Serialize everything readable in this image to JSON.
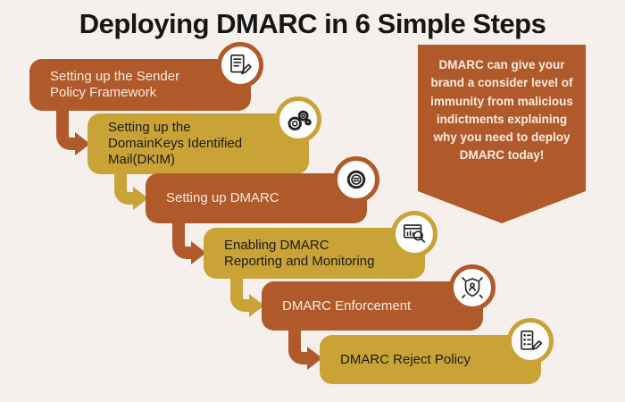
{
  "title": "Deploying DMARC in 6 Simple Steps",
  "colors": {
    "background": "#f6f0ec",
    "rust": "#b0592a",
    "gold": "#c9a336",
    "title_text": "#161616",
    "step_text_light": "#f6ebe2",
    "step_text_dark": "#1c1c1c",
    "banner_background": "#b0592a",
    "banner_text": "#f7ece2"
  },
  "steps": [
    {
      "label": "Setting up the Sender Policy Framework",
      "icon": "document-edit-icon",
      "color": "#b0592a"
    },
    {
      "label": "Setting up the DomainKeys Identified Mail(DKIM)",
      "icon": "gears-icon",
      "color": "#c9a336"
    },
    {
      "label": "Setting up DMARC",
      "icon": "gear-settings-icon",
      "color": "#b0592a"
    },
    {
      "label": "Enabling DMARC Reporting and Monitoring",
      "icon": "report-magnifier-icon",
      "color": "#c9a336"
    },
    {
      "label": "DMARC Enforcement",
      "icon": "shield-enforcement-icon",
      "color": "#b0592a"
    },
    {
      "label": "DMARC Reject Policy",
      "icon": "checklist-edit-icon",
      "color": "#c9a336"
    }
  ],
  "banner": {
    "text": "DMARC can give your brand a consider level of immunity from malicious indictments explaining why you need to deploy DMARC today!"
  }
}
